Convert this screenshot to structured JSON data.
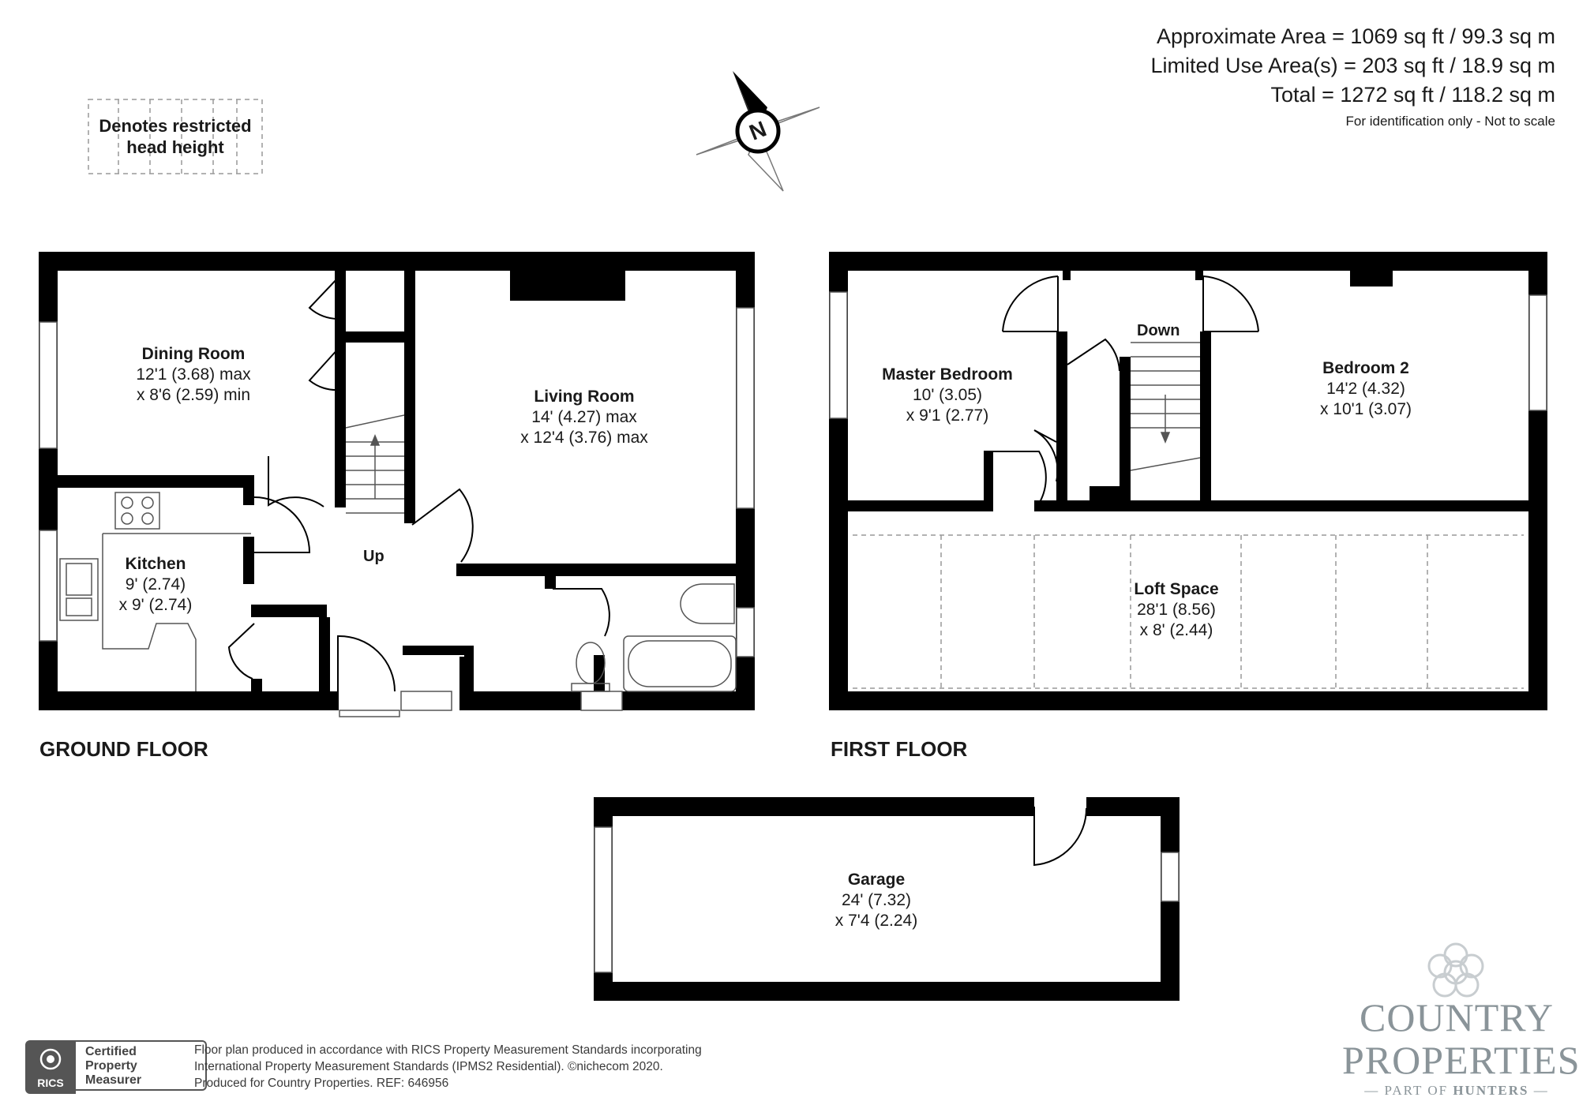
{
  "header": {
    "area_lines": [
      "Approximate Area = 1069 sq ft / 99.3 sq m",
      "Limited Use Area(s) = 203 sq ft / 18.9 sq m",
      "Total = 1272 sq ft / 118.2 sq m"
    ],
    "note": "For identification only - Not to scale"
  },
  "legend": {
    "text_line1": "Denotes restricted",
    "text_line2": "head height"
  },
  "compass": {
    "letter": "N"
  },
  "floors": {
    "ground": "GROUND FLOOR",
    "first": "FIRST FLOOR"
  },
  "rooms": {
    "dining": {
      "name": "Dining Room",
      "dim1": "12'1 (3.68) max",
      "dim2": "x 8'6 (2.59) min"
    },
    "living": {
      "name": "Living Room",
      "dim1": "14' (4.27) max",
      "dim2": "x 12'4 (3.76) max"
    },
    "kitchen": {
      "name": "Kitchen",
      "dim1": "9' (2.74)",
      "dim2": "x 9' (2.74)"
    },
    "master": {
      "name": "Master Bedroom",
      "dim1": "10' (3.05)",
      "dim2": "x 9'1 (2.77)"
    },
    "bedroom2": {
      "name": "Bedroom 2",
      "dim1": "14'2 (4.32)",
      "dim2": "x 10'1 (3.07)"
    },
    "loft": {
      "name": "Loft Space",
      "dim1": "28'1 (8.56)",
      "dim2": "x 8' (2.44)"
    },
    "garage": {
      "name": "Garage",
      "dim1": "24' (7.32)",
      "dim2": "x 7'4 (2.24)"
    }
  },
  "stairs": {
    "up": "Up",
    "down": "Down"
  },
  "footer": {
    "line1": "Floor plan produced in accordance with RICS Property Measurement Standards incorporating",
    "line2": "International Property Measurement Standards (IPMS2 Residential).   ©nichecom 2020.",
    "line3": "Produced for Country Properties.   REF: 646956"
  },
  "rics": {
    "word": "RICS",
    "line1": "Certified",
    "line2": "Property",
    "line3": "Measurer"
  },
  "brand": {
    "line1": "COUNTRY",
    "line2": "PROPERTIES",
    "line3_prefix": "PART OF",
    "line3_name": "HUNTERS"
  },
  "colors": {
    "wall": "#000000",
    "fixture": "#555555",
    "brand": "#8a9499"
  }
}
